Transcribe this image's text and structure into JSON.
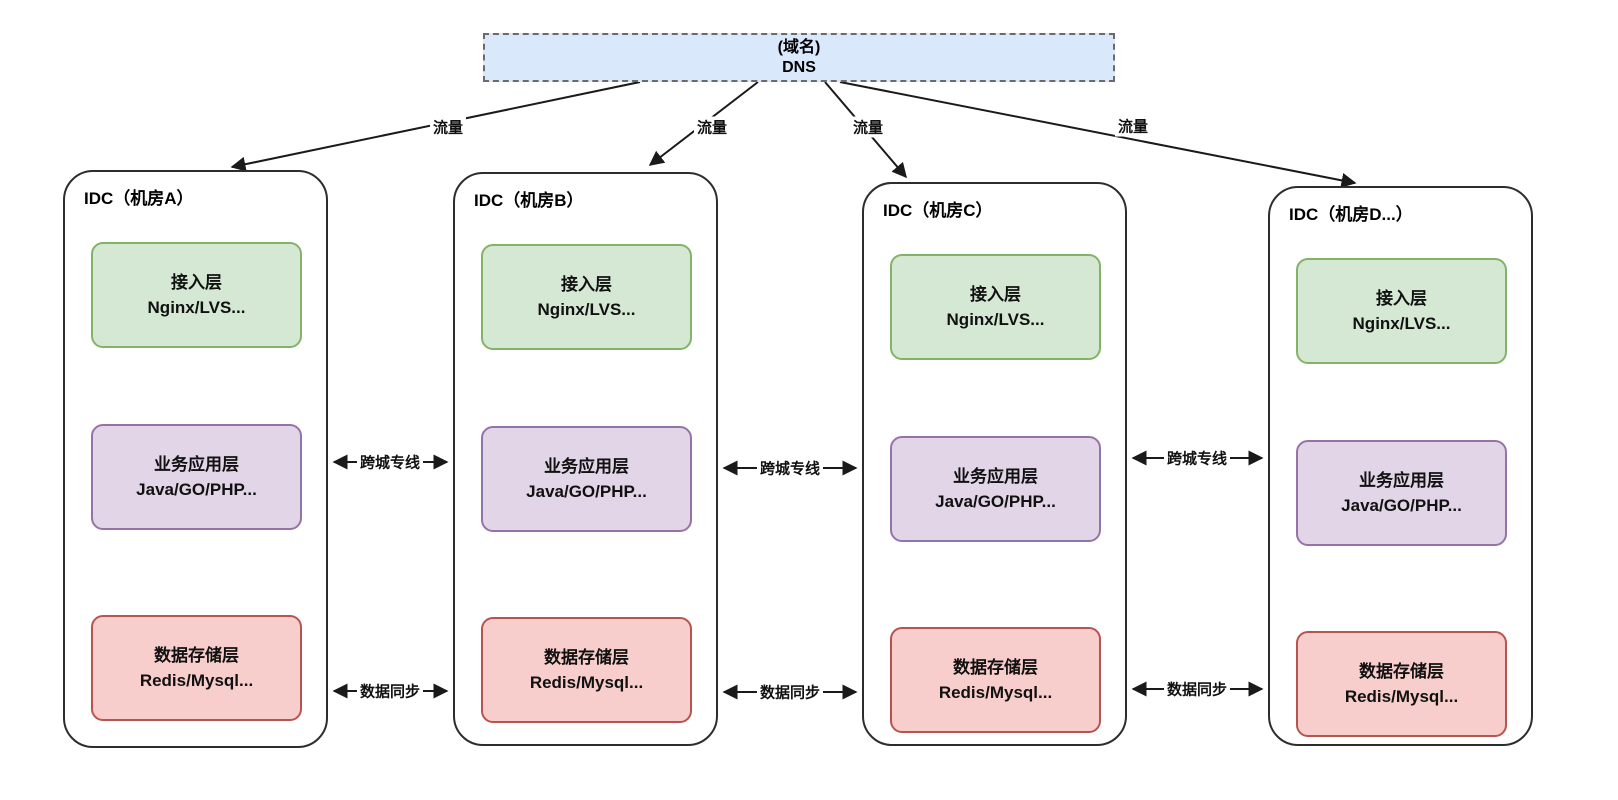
{
  "diagram": {
    "dns": {
      "line1": "(域名)",
      "line2": "DNS"
    },
    "edge_labels": {
      "traffic": "流量",
      "cross_city": "跨城专线",
      "data_sync": "数据同步"
    },
    "idcs": [
      {
        "title": "IDC（机房A）"
      },
      {
        "title": "IDC（机房B）"
      },
      {
        "title": "IDC（机房C）"
      },
      {
        "title": "IDC（机房D...）"
      }
    ],
    "layers": [
      {
        "title": "接入层",
        "subtitle": "Nginx/LVS...",
        "fill": "#d5e8d4",
        "border": "#82b366"
      },
      {
        "title": "业务应用层",
        "subtitle": "Java/GO/PHP...",
        "fill": "#e1d5e7",
        "border": "#9673a6"
      },
      {
        "title": "数据存储层",
        "subtitle": "Redis/Mysql...",
        "fill": "#f8cecc",
        "border": "#b85450"
      }
    ],
    "colors": {
      "canvas_bg": "#ffffff",
      "edge_line": "#1a1a1a",
      "container_border": "#2d2d2d",
      "dns_fill": "#dae8fc",
      "dns_border": "#6b6b6b"
    }
  }
}
